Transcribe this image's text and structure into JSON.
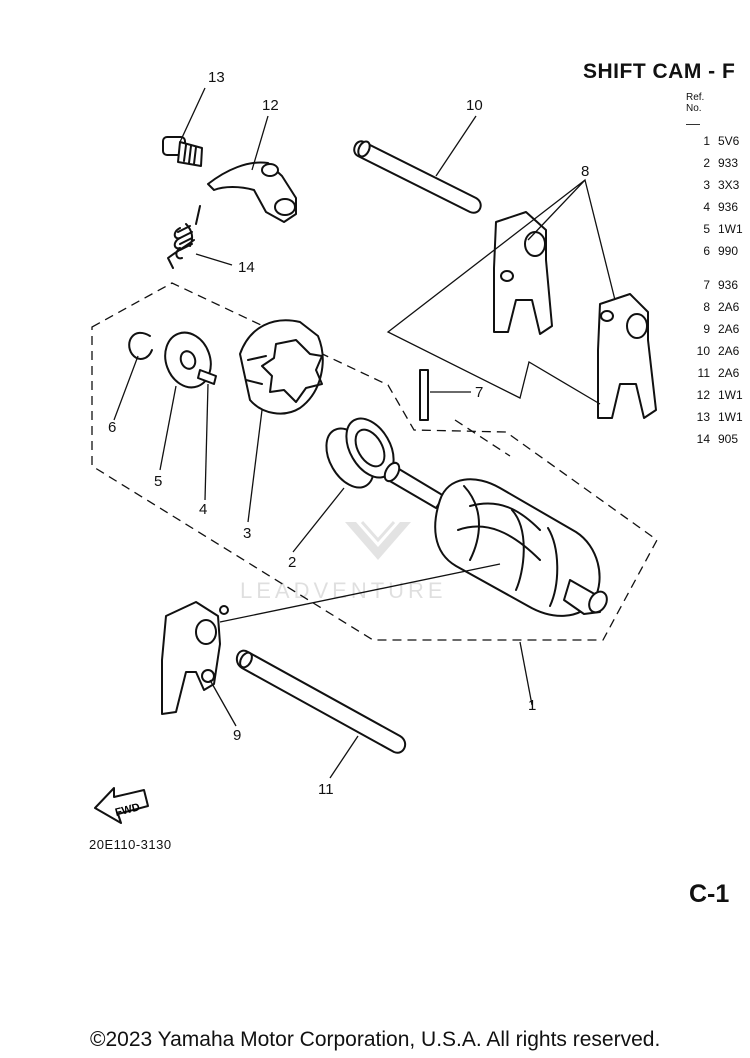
{
  "title": "SHIFT CAM - F",
  "table_header": {
    "ref": "Ref.",
    "no": "No."
  },
  "parts": [
    {
      "ref": "1",
      "part": "5V6"
    },
    {
      "ref": "2",
      "part": "933"
    },
    {
      "ref": "3",
      "part": "3X3"
    },
    {
      "ref": "4",
      "part": "936"
    },
    {
      "ref": "5",
      "part": "1W1"
    },
    {
      "ref": "6",
      "part": "990"
    },
    {
      "ref": "7",
      "part": "936"
    },
    {
      "ref": "8",
      "part": "2A6"
    },
    {
      "ref": "9",
      "part": "2A6"
    },
    {
      "ref": "10",
      "part": "2A6"
    },
    {
      "ref": "11",
      "part": "2A6"
    },
    {
      "ref": "12",
      "part": "1W1"
    },
    {
      "ref": "13",
      "part": "1W1"
    },
    {
      "ref": "14",
      "part": "905"
    }
  ],
  "callouts": {
    "c13": "13",
    "c12": "12",
    "c10": "10",
    "c8": "8",
    "c14": "14",
    "c7": "7",
    "c6": "6",
    "c5": "5",
    "c4": "4",
    "c3": "3",
    "c2": "2",
    "c1": "1",
    "c9": "9",
    "c11": "11"
  },
  "fwd_label": "FWD",
  "watermark": "LEADVENTURE",
  "diagram_code": "20E110-3130",
  "page_id": "C-1",
  "copyright": "©2023 Yamaha Motor Corporation, U.S.A. All rights reserved."
}
